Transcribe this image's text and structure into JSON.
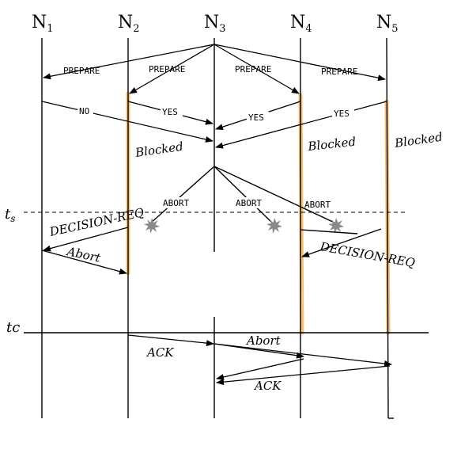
{
  "nodes": [
    {
      "base": "N",
      "sub": "1"
    },
    {
      "base": "N",
      "sub": "2"
    },
    {
      "base": "N",
      "sub": "3"
    },
    {
      "base": "N",
      "sub": "4"
    },
    {
      "base": "N",
      "sub": "5"
    }
  ],
  "messages": {
    "prepare": "PREPARE",
    "no": "NO",
    "yes": "YES",
    "abort": "ABORT"
  },
  "handwritten": {
    "blocked": "Blocked",
    "decision_req": "DECISION-REQ",
    "abort": "Abort",
    "ack": "ACK"
  },
  "time_labels": {
    "ts_base": "t",
    "ts_sub": "s",
    "tc": "tc"
  },
  "colors": {
    "blocked_highlight": "#f4b860",
    "crash_burst": "#8a8a8a"
  }
}
